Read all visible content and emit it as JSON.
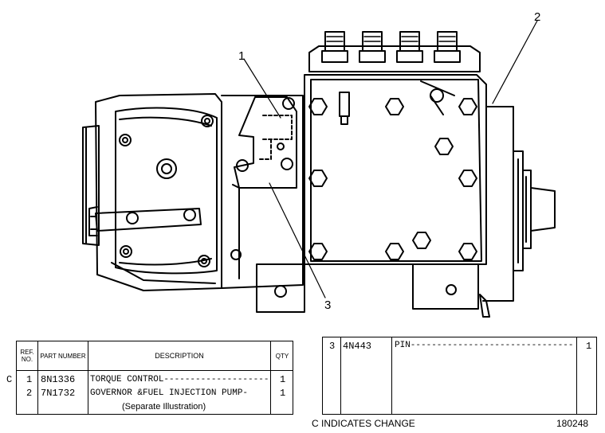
{
  "callouts": [
    "1",
    "2",
    "3"
  ],
  "left_table": {
    "headers": {
      "ref_no": "REF. NO.",
      "part_number": "PART NUMBER",
      "description": "DESCRIPTION",
      "qty": "QTY"
    },
    "rows": [
      {
        "change": "C",
        "ref": "1",
        "part": "8N1336",
        "desc": "TORQUE CONTROL--------------------",
        "qty": "1"
      },
      {
        "change": "",
        "ref": "2",
        "part": "7N1732",
        "desc": "GOVERNOR &FUEL INJECTION PUMP-",
        "qty": "1"
      }
    ],
    "note": "(Separate Illustration)"
  },
  "right_table": {
    "rows": [
      {
        "ref": "3",
        "part": "4N443",
        "desc": "PIN------------------------------------------------",
        "qty": "1"
      }
    ]
  },
  "footer": {
    "legend": "C INDICATES CHANGE",
    "page_id": "180248"
  }
}
